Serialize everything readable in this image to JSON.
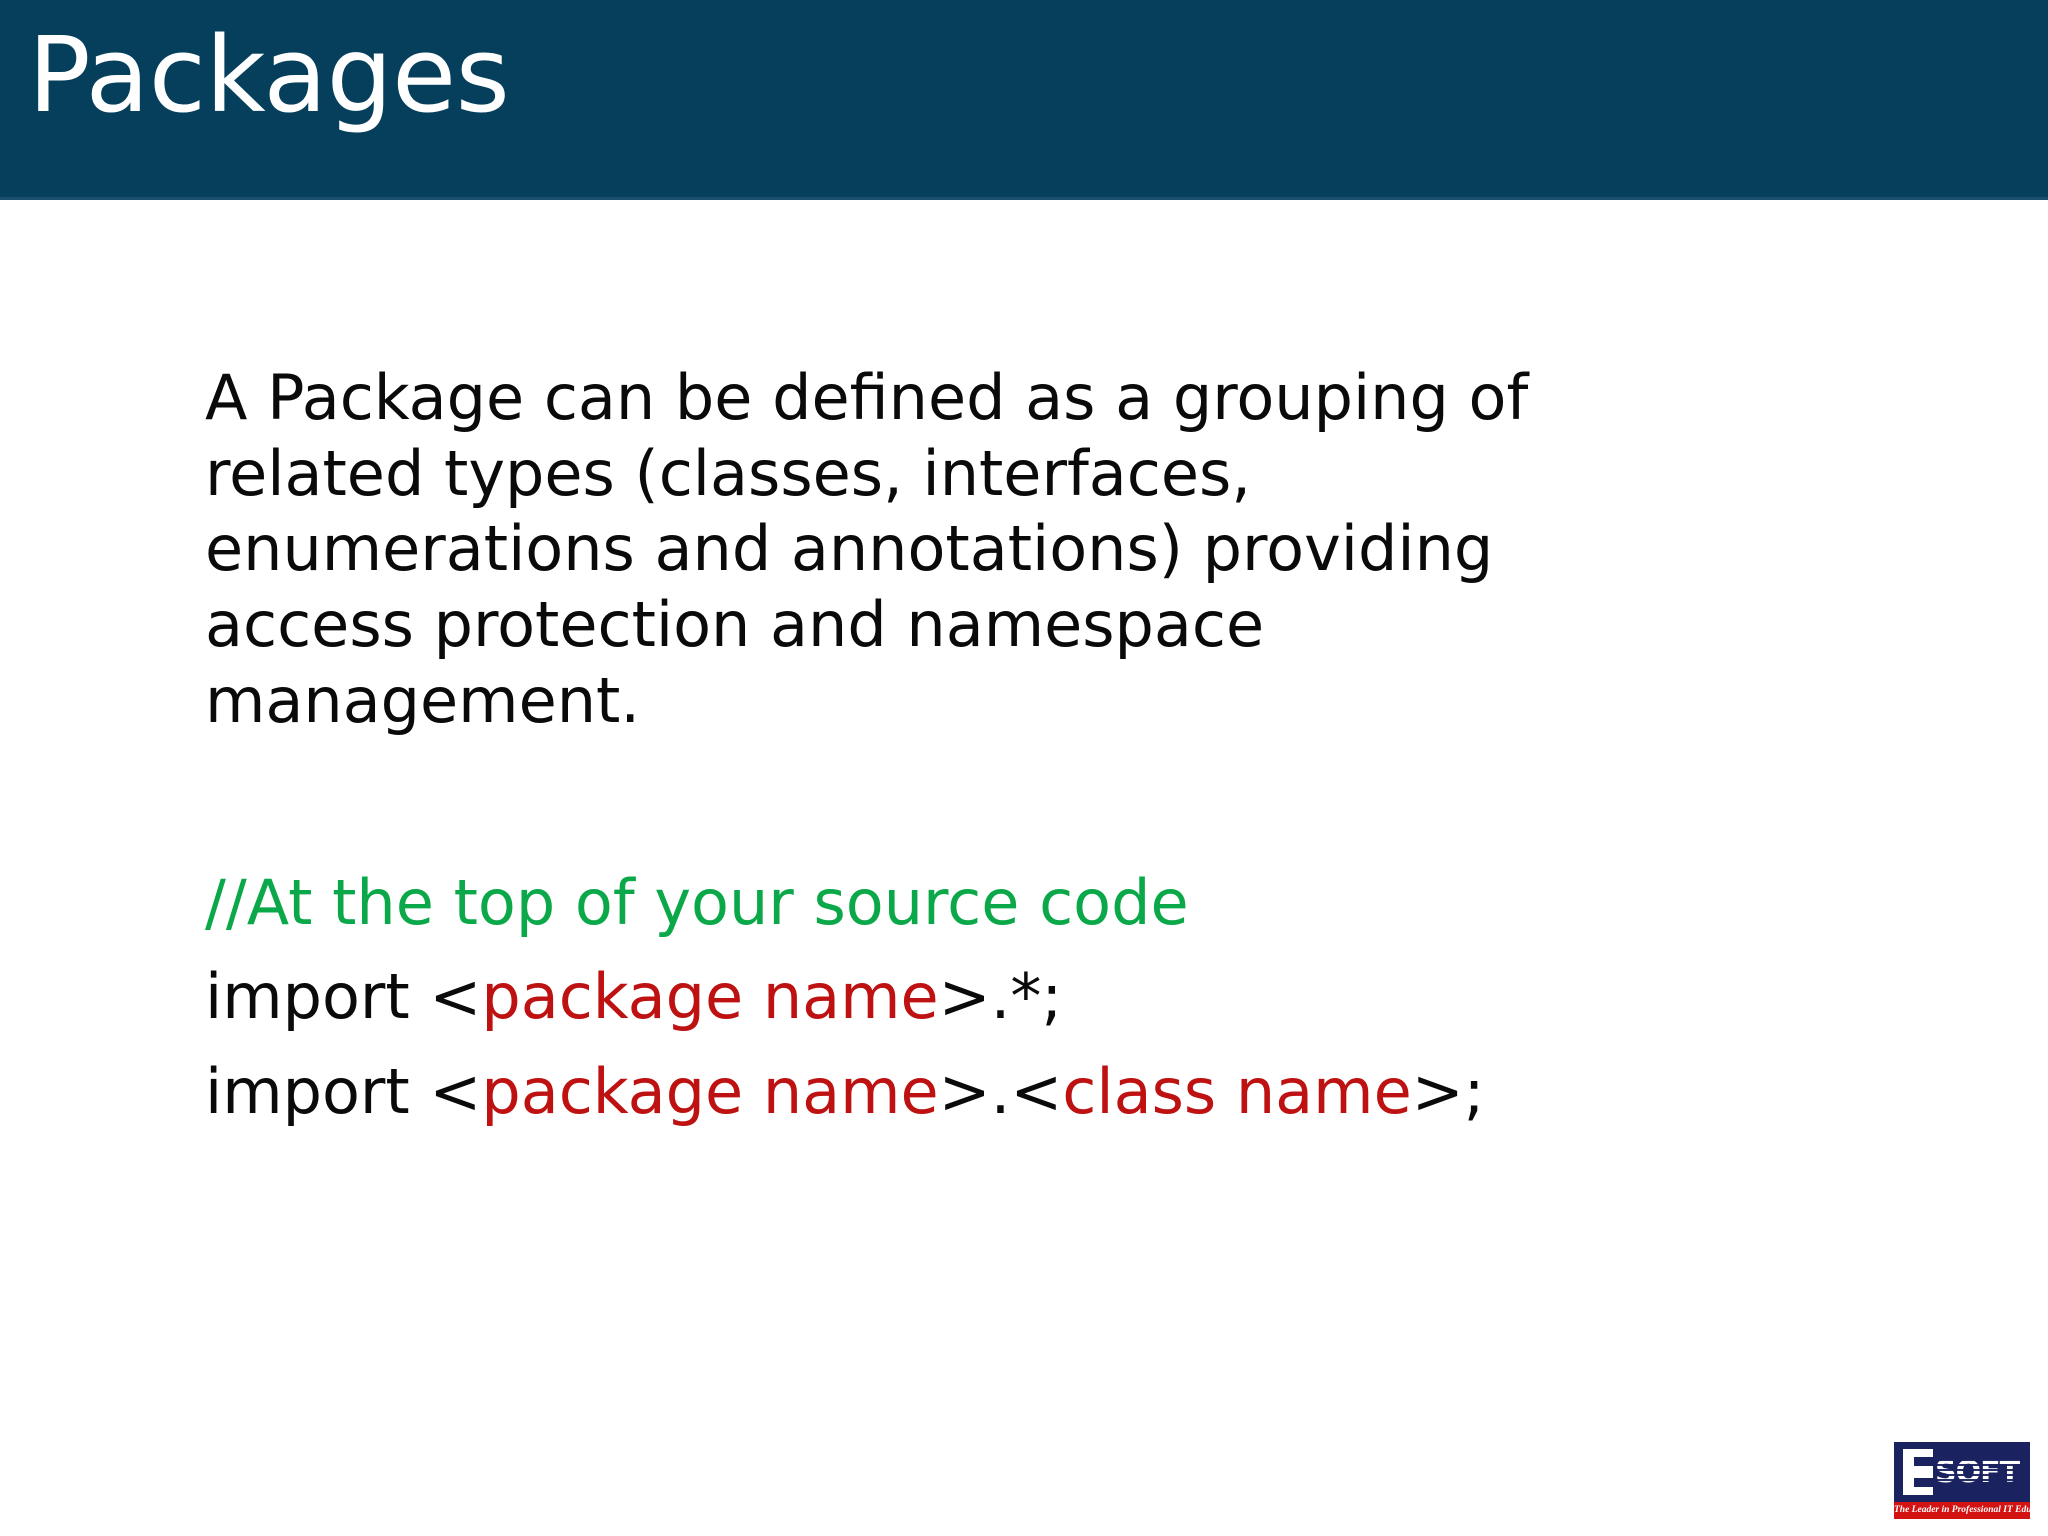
{
  "slide": {
    "title": "Packages",
    "header_bg": "#053F5C",
    "page_bg": "#ffffff"
  },
  "body": {
    "paragraph_lines": [
      "A Package can be defined as a grouping of",
      "related types (classes, interfaces,",
      "enumerations and annotations) providing",
      "access protection and namespace",
      "management."
    ],
    "paragraph_full": "A Package can be defined as a grouping of related types (classes, interfaces, enumerations and annotations) providing access protection and namespace management.",
    "code": {
      "comment_line": "//At the top of your source code",
      "comment_color": "#0BA84A",
      "red_color": "#BE1111",
      "black_color": "#0a0a0a",
      "line2": {
        "p1": "import <",
        "p2": "package name",
        "p3": ">.*;"
      },
      "line3": {
        "p1": "import <",
        "p2": "package name",
        "p3": ">.<",
        "p4": "class name",
        "p5": ">;"
      }
    }
  },
  "logo": {
    "letter": "E",
    "word": "SOFT",
    "tagline": "The Leader in Professional IT Education",
    "box_color": "#1B2260",
    "tag_color": "#D31212"
  }
}
